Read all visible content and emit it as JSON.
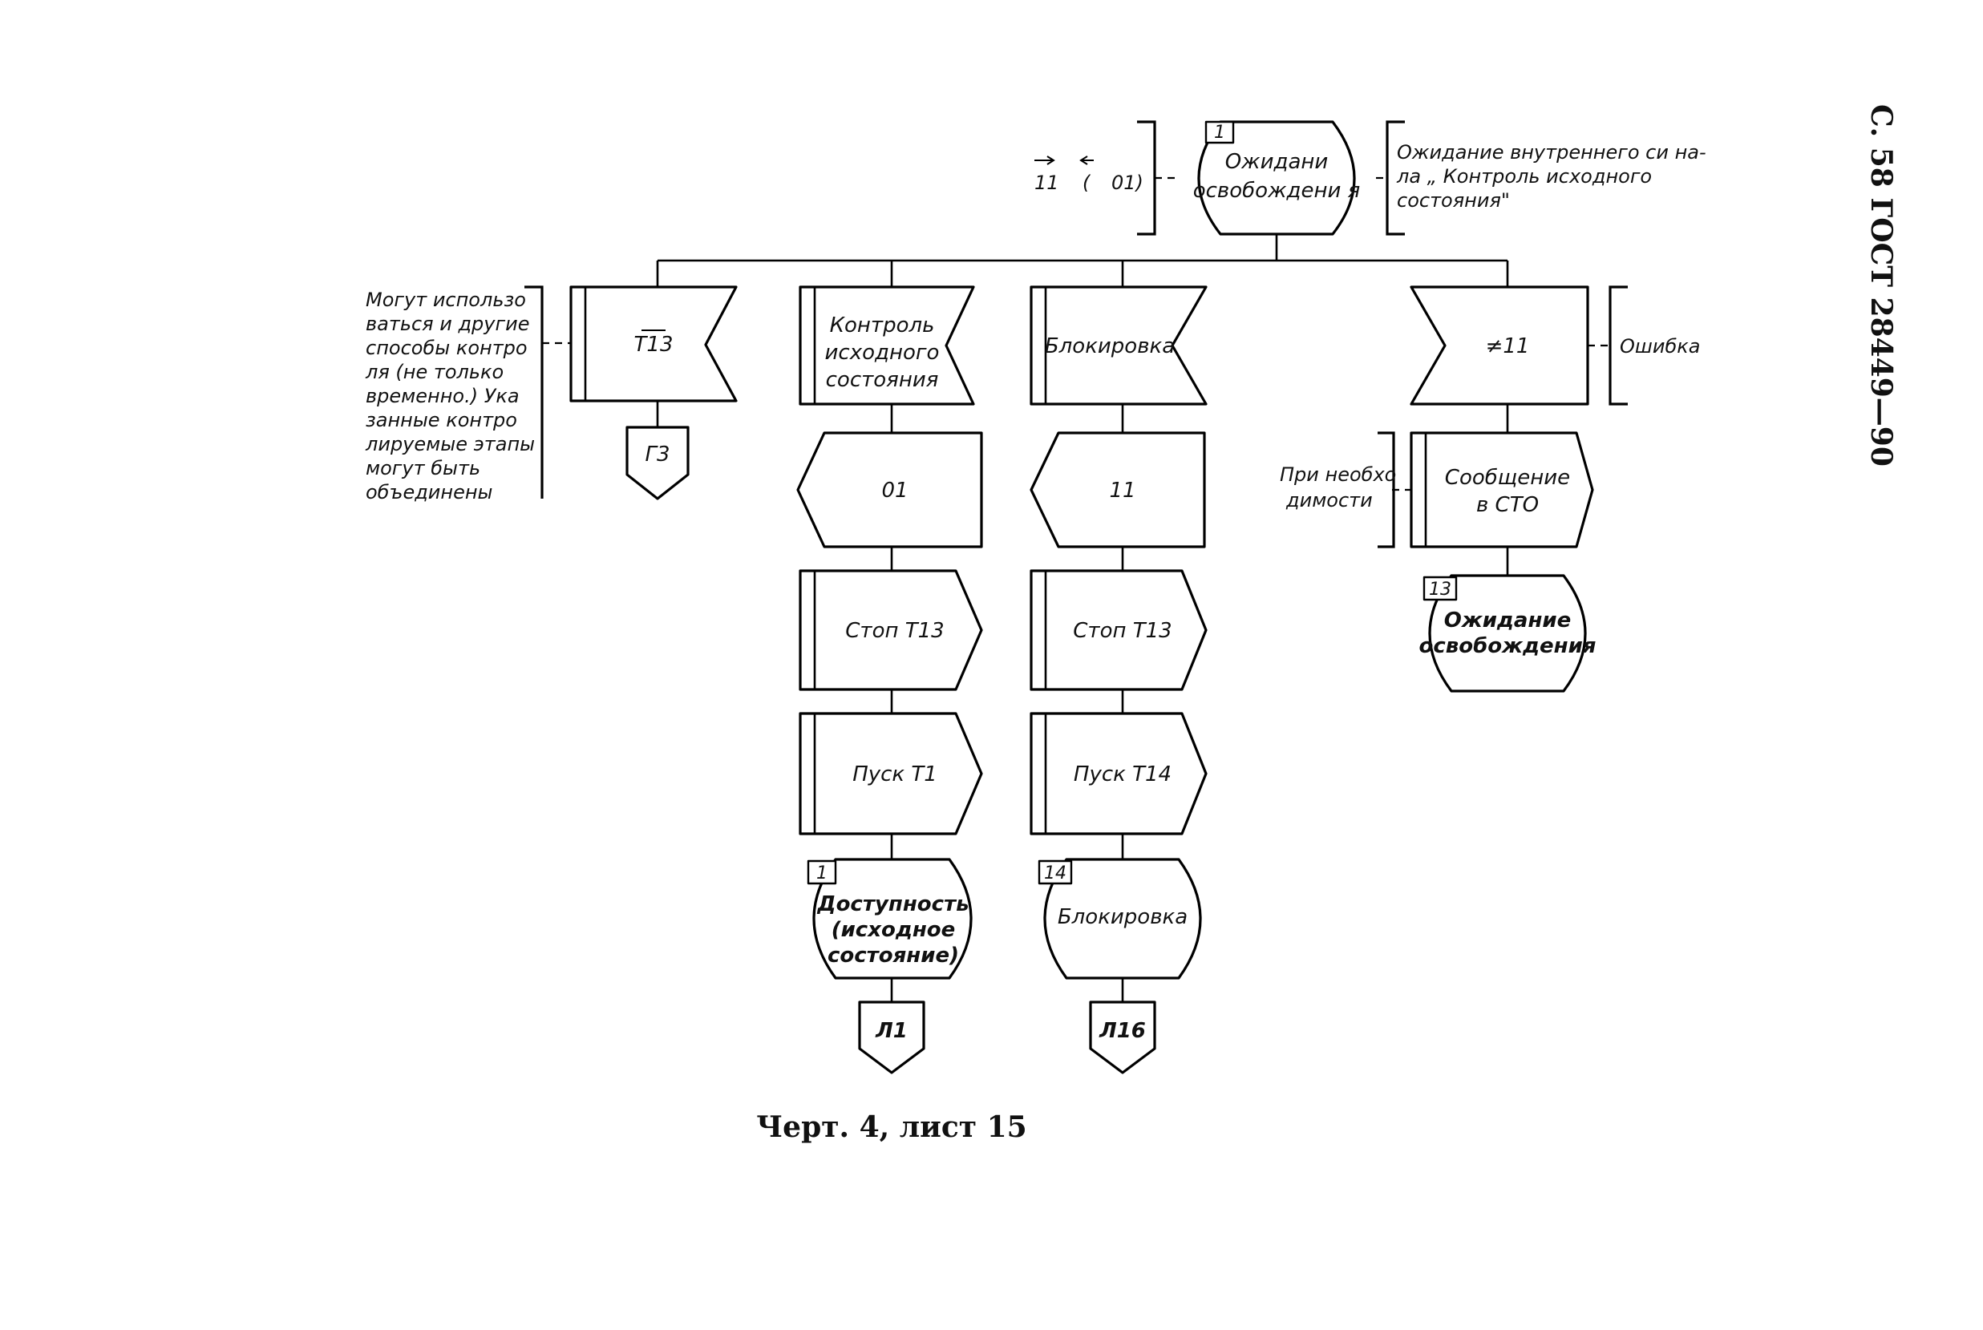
{
  "side_header": "С. 58 ГОСТ 28449—90",
  "caption": "Черт. 4, лист 15",
  "top": {
    "state_number": "1",
    "state_label": [
      "Ожидани",
      "освобождени я"
    ],
    "left_note": [
      "11",
      "(",
      "01)"
    ],
    "right_note": [
      "Ожидание внутреннего си на-",
      "ла „ Контроль исходного",
      "состояния\""
    ]
  },
  "left_note": [
    "Могут использо",
    "ваться и другие",
    "способы контро",
    "ля (не только",
    "временно.) Ука",
    "занные контро",
    "лируемые этапы",
    "могут быть",
    "объединены"
  ],
  "col1": {
    "input": "T13",
    "connector": "Г3"
  },
  "col2": {
    "input": [
      "Контроль",
      "исходного",
      "состояния"
    ],
    "output": "01",
    "task1": "Стоп Т13",
    "task2": "Пуск Т1",
    "state_number": "1",
    "state_label": [
      "Доступность",
      "(исходное",
      "состояние)"
    ],
    "connector": "Л1"
  },
  "col3": {
    "input": "Блокировка",
    "output": "11",
    "task1": "Стоп Т13",
    "task2": "Пуск Т14",
    "state_number": "14",
    "state_label": "Блокировка",
    "connector": "Л16"
  },
  "col4": {
    "input": "≠11",
    "input_note": "Ошибка",
    "output": [
      "Сообщение",
      "в СТО"
    ],
    "output_note": [
      "При необхо",
      "димости"
    ],
    "state_number": "13",
    "state_label": [
      "Ожидание",
      "освобождения"
    ]
  }
}
